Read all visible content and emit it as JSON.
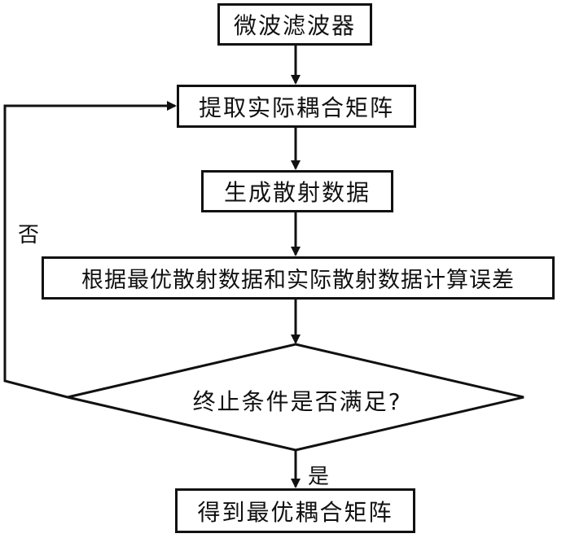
{
  "flowchart": {
    "steps": {
      "microwave_filter": "微波滤波器",
      "extract_coupling_matrix": "提取实际耦合矩阵",
      "generate_scattering_data": "生成散射数据",
      "compute_error": "根据最优散射数据和实际散射数据计算误差",
      "result": "得到最优耦合矩阵"
    },
    "decision": {
      "question": "终止条件是否满足?",
      "no_label": "否",
      "yes_label": "是"
    }
  }
}
